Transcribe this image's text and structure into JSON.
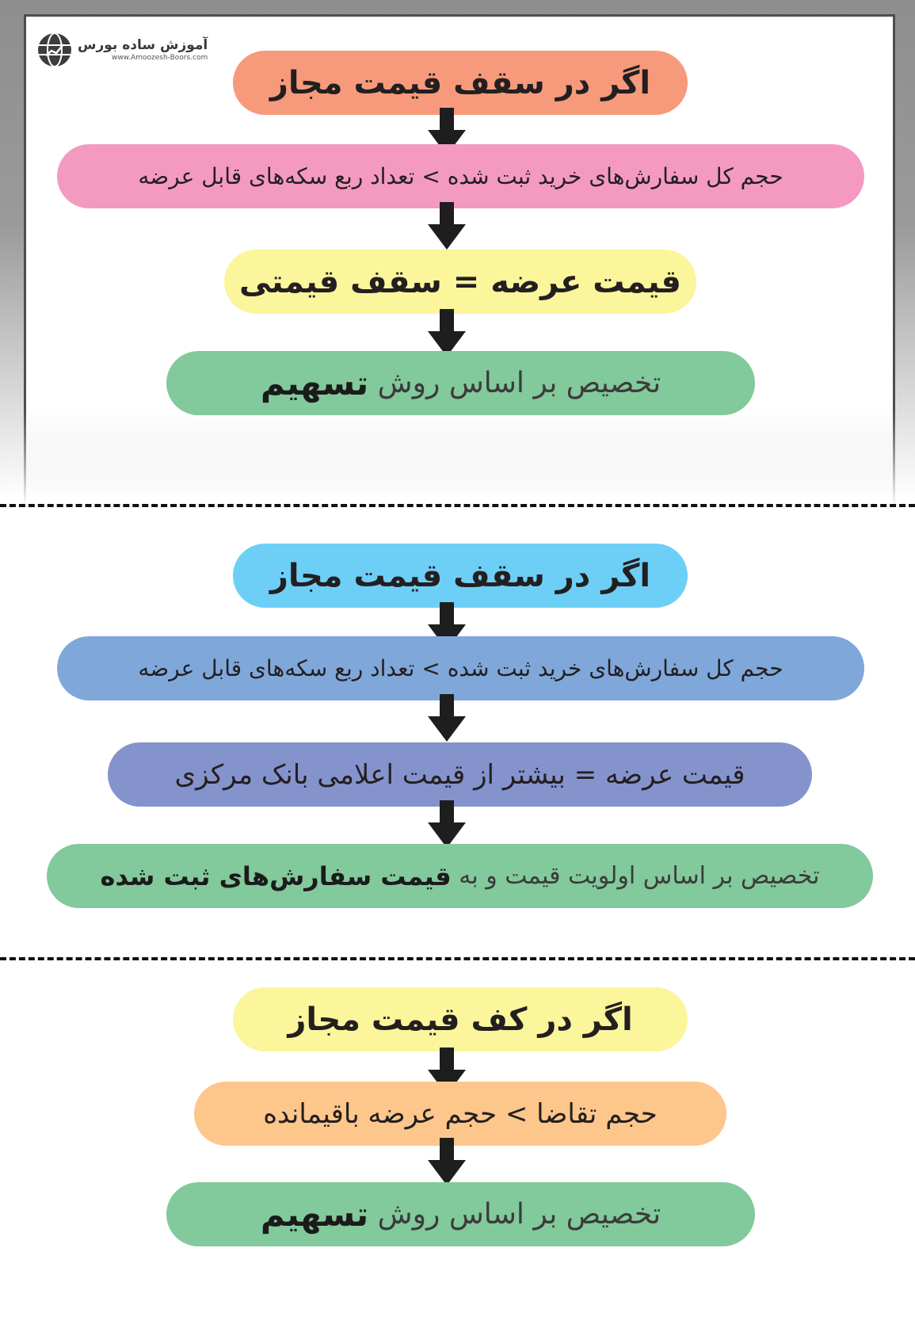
{
  "logo": {
    "name": "آموزش ساده بورس",
    "url": "www.Amoozesh-Boors.com"
  },
  "sections": [
    {
      "steps": [
        {
          "text": "اگر در سقف قیمت مجاز",
          "color": "#f79a7c"
        },
        {
          "text": "حجم کل سفارش‌های خرید ثبت شده > تعداد ربع سکه‌های قابل عرضه",
          "color": "#f49ac1"
        },
        {
          "text": "قیمت عرضه = سقف قیمتی",
          "color": "#fbf59b"
        },
        {
          "text": "تخصیص بر اساس روش",
          "bold": "تسهیم",
          "color": "#82c99b"
        }
      ]
    },
    {
      "steps": [
        {
          "text": "اگر در سقف قیمت مجاز",
          "color": "#6dcff6"
        },
        {
          "text": "حجم کل سفارش‌های خرید ثبت شده > تعداد ربع سکه‌های قابل عرضه",
          "color": "#7fa7da"
        },
        {
          "text": "قیمت عرضه = بیشتر از قیمت اعلامی بانک مرکزی",
          "color": "#8593cd"
        },
        {
          "text": "تخصیص بر اساس اولویت قیمت و به",
          "bold": "قیمت سفارش‌های ثبت شده",
          "color": "#82c99b"
        }
      ]
    },
    {
      "steps": [
        {
          "text": "اگر در کف قیمت مجاز",
          "color": "#fbf59b"
        },
        {
          "text": "حجم تقاضا > حجم عرضه باقیمانده",
          "color": "#fdc68b"
        },
        {
          "text": "تخصیص بر اساس روش",
          "bold": "تسهیم",
          "color": "#82c99b"
        }
      ]
    }
  ],
  "colors": {
    "arrow": "#1e1e1e",
    "divider": "#111111"
  }
}
